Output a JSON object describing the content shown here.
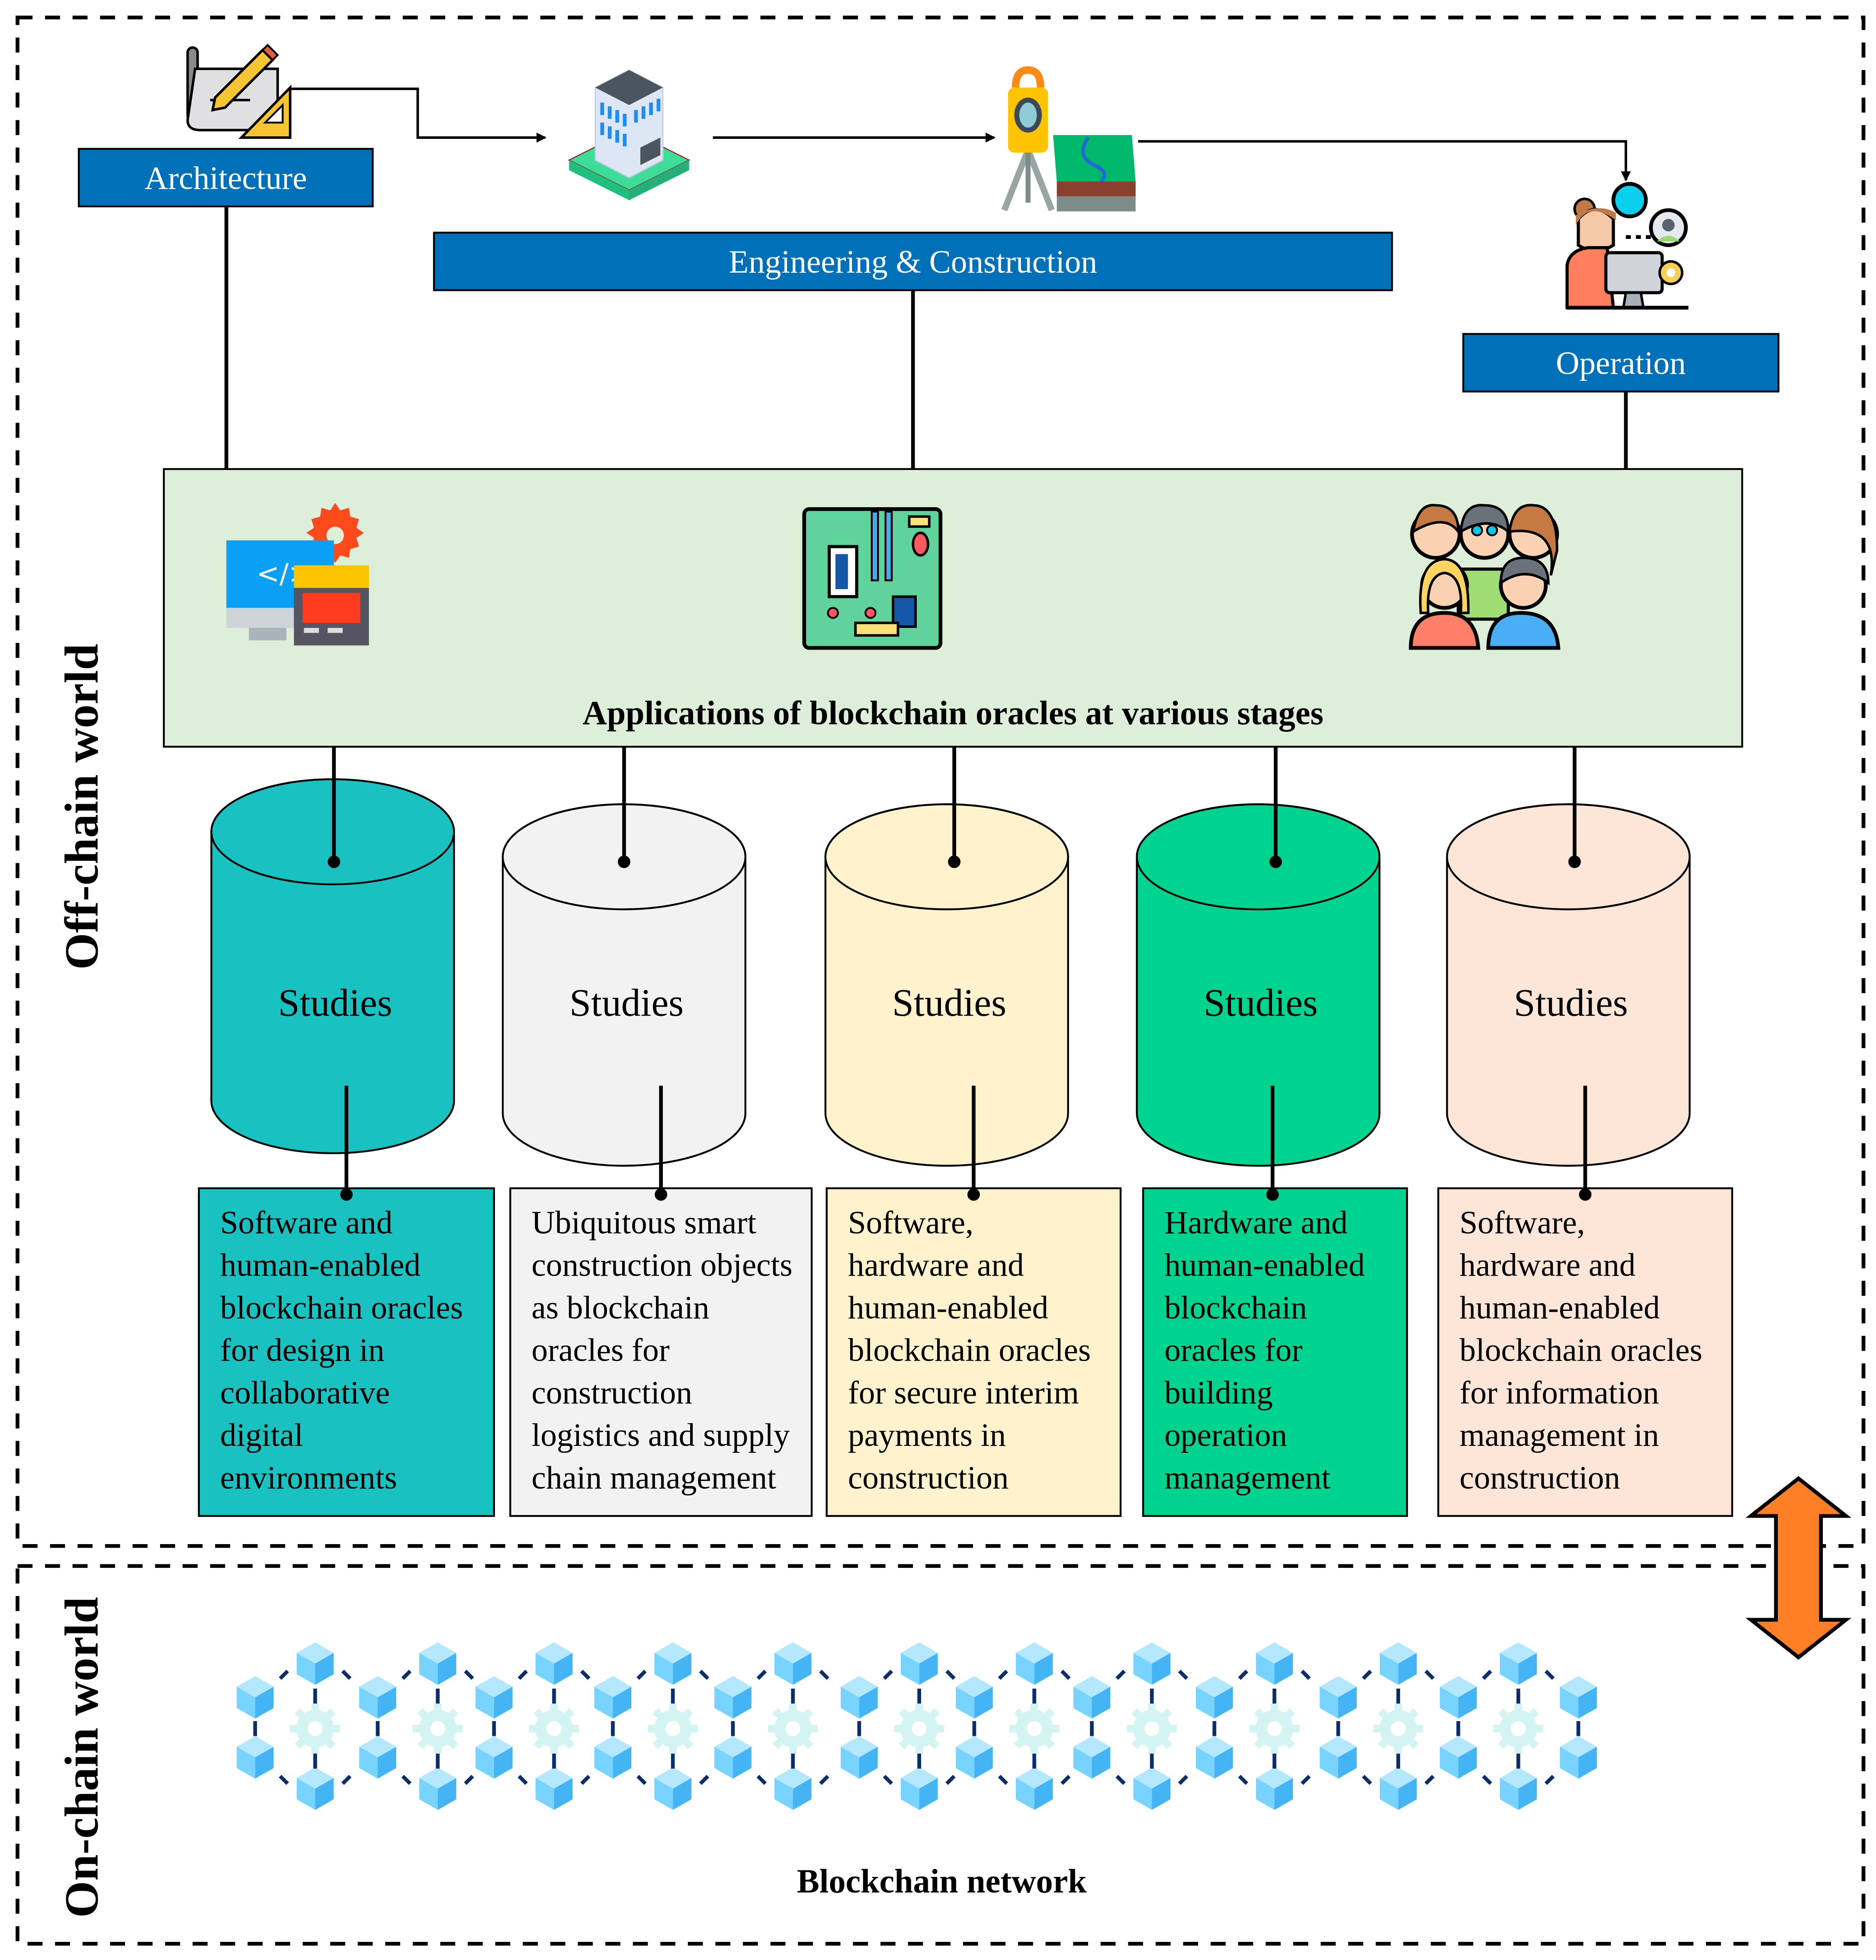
{
  "diagram": {
    "stages": [
      {
        "id": "architecture",
        "label": "Architecture",
        "icon": "blueprint-pencil-icon"
      },
      {
        "id": "engineering",
        "label": "Engineering & Construction",
        "icon": "building-icon",
        "icon2": "surveying-theodolite-icon"
      },
      {
        "id": "operation",
        "label": "Operation",
        "icon": "operator-computer-icon"
      }
    ],
    "stage_color": "#0070B8",
    "applications": {
      "title": "Applications of blockchain oracles at various stages",
      "background": "#DDEFD9",
      "icons": [
        "software-code-icon",
        "hardware-circuit-board-icon",
        "people-group-icon"
      ]
    },
    "studies": [
      {
        "label": "Studies",
        "color": "#19C2C1",
        "description": [
          "Software and",
          "human-enabled",
          "blockchain oracles",
          "for design in",
          "collaborative",
          "digital",
          "environments"
        ]
      },
      {
        "label": "Studies",
        "color": "#F2F2F2",
        "description": [
          "Ubiquitous smart",
          "construction objects",
          "as blockchain",
          "oracles for",
          "construction",
          "logistics and supply",
          "chain management"
        ]
      },
      {
        "label": "Studies",
        "color": "#FFF2CC",
        "description": [
          "Software,",
          "hardware and",
          "human-enabled",
          "blockchain oracles",
          "for secure interim",
          "payments in",
          "construction"
        ]
      },
      {
        "label": "Studies",
        "color": "#00D28F",
        "description": [
          "Hardware and",
          "human-enabled",
          "blockchain",
          "oracles for",
          "building",
          "operation",
          "management"
        ]
      },
      {
        "label": "Studies",
        "color": "#FDE5D8",
        "description": [
          "Software,",
          "hardware and",
          "human-enabled",
          "blockchain oracles",
          "for information",
          "management in",
          "construction"
        ]
      }
    ],
    "off_chain_label": "Off-chain world",
    "on_chain_label": "On-chain world",
    "network_label": "Blockchain network",
    "arrow_color": "#FF7F27",
    "cube_colors": {
      "top": "#B3E8FF",
      "left": "#79D3FF",
      "right": "#45B4F5",
      "link": "#0B2E6B",
      "gear": "#D4F3F3"
    }
  }
}
